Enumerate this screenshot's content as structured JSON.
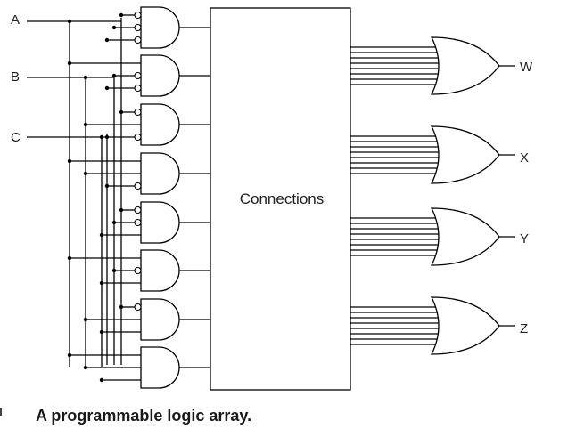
{
  "inputs": [
    "A",
    "B",
    "C"
  ],
  "outputs": [
    "W",
    "X",
    "Y",
    "Z"
  ],
  "center_label": "Connections",
  "caption": "A programmable logic array.",
  "and_gate_count": 8,
  "or_gate_count": 4,
  "or_gate_input_lines": 8,
  "and_gate_inversions": [
    [
      true,
      true,
      true
    ],
    [
      false,
      true,
      true
    ],
    [
      true,
      false,
      true
    ],
    [
      false,
      false,
      true
    ],
    [
      true,
      true,
      false
    ],
    [
      false,
      true,
      false
    ],
    [
      true,
      false,
      false
    ],
    [
      false,
      false,
      false
    ]
  ],
  "colors": {
    "line": "#000000",
    "text": "#222222",
    "background": "#ffffff"
  }
}
